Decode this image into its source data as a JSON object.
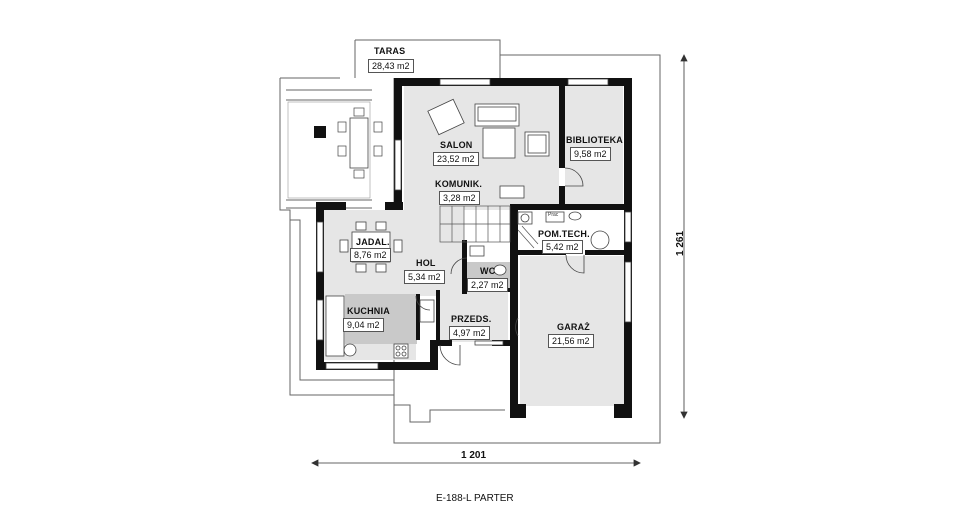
{
  "rooms": {
    "taras": {
      "name": "TARAS",
      "area": "28,43 m2"
    },
    "salon": {
      "name": "SALON",
      "area": "23,52 m2"
    },
    "biblioteka": {
      "name": "BIBLIOTEKA",
      "area": "9,58 m2"
    },
    "komunik": {
      "name": "KOMUNIK.",
      "area": "3,28 m2"
    },
    "jadal": {
      "name": "JADAL.",
      "area": "8,76 m2"
    },
    "hol": {
      "name": "HOL",
      "area": "5,34 m2"
    },
    "wc": {
      "name": "WC",
      "area": "2,27 m2"
    },
    "pom_tech": {
      "name": "POM.TECH.",
      "area": "5,42 m2"
    },
    "kuchnia": {
      "name": "KUCHNIA",
      "area": "9,04 m2"
    },
    "przeds": {
      "name": "PRZEDS.",
      "area": "4,97 m2"
    },
    "garaz": {
      "name": "GARAŻ",
      "area": "21,56 m2"
    }
  },
  "dimensions": {
    "width": "1 201",
    "height": "1 261"
  },
  "appliance_label": "Prac",
  "caption": "E-188-L PARTER",
  "colors": {
    "wall": "#111111",
    "room_fill": "#e6e6e6",
    "kitchen_fill": "#c9c9c9",
    "outline": "#555555"
  }
}
